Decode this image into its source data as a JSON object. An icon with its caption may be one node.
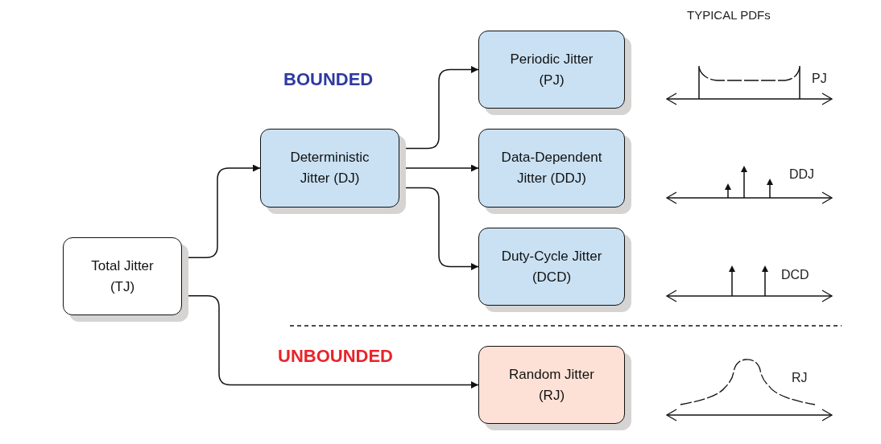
{
  "diagram": {
    "nodes": [
      {
        "text": [
          "Total Jitter (TJ)"
        ]
      },
      {
        "text": [
          "Deterministic Jitter (DJ)"
        ]
      },
      {
        "text": [
          "Periodic Jitter (PJ)"
        ]
      },
      {
        "text": [
          "Data-Dependent Jitter (DDJ)"
        ]
      },
      {
        "text": [
          "Duty-Cycle Jitter (DCD)"
        ]
      },
      {
        "text": [
          "Random Jitter (RJ)"
        ]
      }
    ],
    "edges": [
      {
        "from": 0,
        "to": 1,
        "arrow": "to"
      },
      {
        "from": 1,
        "to": 2,
        "arrow": "to"
      },
      {
        "from": 1,
        "to": 3,
        "arrow": "to"
      },
      {
        "from": 1,
        "to": 4,
        "arrow": "to"
      },
      {
        "from": 0,
        "to": 5,
        "arrow": "to"
      }
    ],
    "labels": [
      "TYPICAL PDFs",
      "BOUNDED",
      "PJ",
      "DDJ",
      "DCD",
      "UNBOUNDED",
      "RJ"
    ]
  }
}
